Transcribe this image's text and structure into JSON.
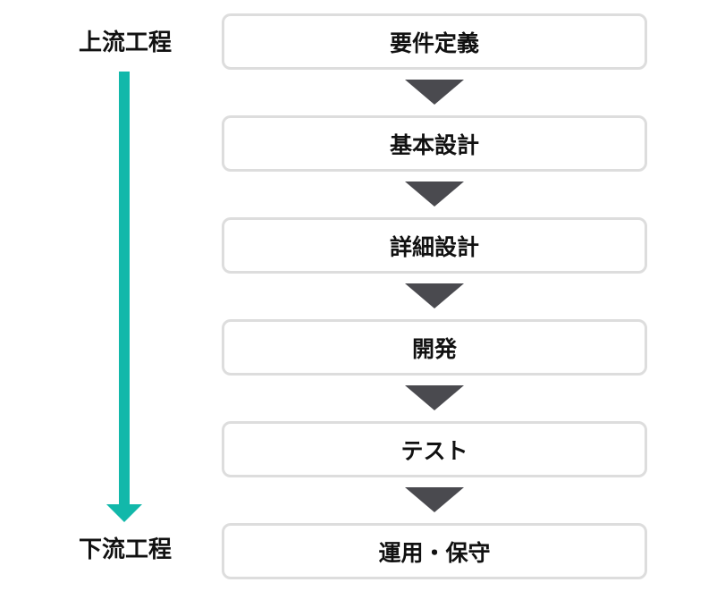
{
  "side_labels": {
    "upstream": "上流工程",
    "downstream": "下流工程"
  },
  "steps": [
    "要件定義",
    "基本設計",
    "詳細設計",
    "開発",
    "テスト",
    "運用・保守"
  ],
  "colors": {
    "flow_arrow": "#12b8aa",
    "step_arrow": "#4a4a4f",
    "box_border": "#dddddd",
    "text": "#111111"
  }
}
